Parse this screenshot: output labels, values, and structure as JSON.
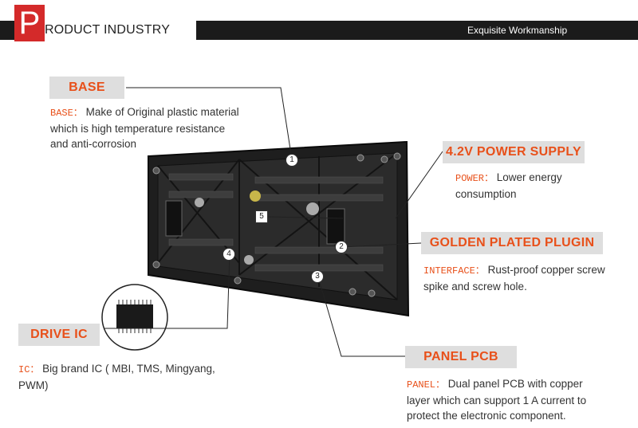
{
  "header": {
    "letter": "P",
    "title": "RODUCT INDUSTRY",
    "subtitle": "Exquisite Workmanship"
  },
  "sections": {
    "base": {
      "title": "BASE",
      "tag": "BASE：",
      "text_line1": "Make of Original plastic material",
      "text_line2": "which is high temperature resistance",
      "text_line3": "and anti-corrosion"
    },
    "power": {
      "title": "4.2V POWER SUPPLY",
      "tag": "POWER：",
      "text_line1": "Lower energy",
      "text_line2": "consumption"
    },
    "plugin": {
      "title": "GOLDEN PLATED PLUGIN",
      "tag": "INTERFACE：",
      "text_line1": "Rust-proof copper screw",
      "text_line2": "spike and screw hole."
    },
    "drive_ic": {
      "title": "DRIVE IC",
      "tag": "IC：",
      "text_line1": "Big brand IC ( MBI, TMS, Mingyang,",
      "text_line2": "PWM)"
    },
    "panel": {
      "title": "PANEL PCB",
      "tag": "PANEL：",
      "text_line1": "Dual panel PCB with copper",
      "text_line2": "layer which can support 1 A current to",
      "text_line3": "protect the electronic component."
    }
  },
  "markers": [
    "1",
    "2",
    "3",
    "4",
    "5"
  ],
  "colors": {
    "accent": "#e8501a",
    "header_bar": "#1b1b1b",
    "logo_box": "#d42a2a",
    "label_bg": "#dedede"
  }
}
